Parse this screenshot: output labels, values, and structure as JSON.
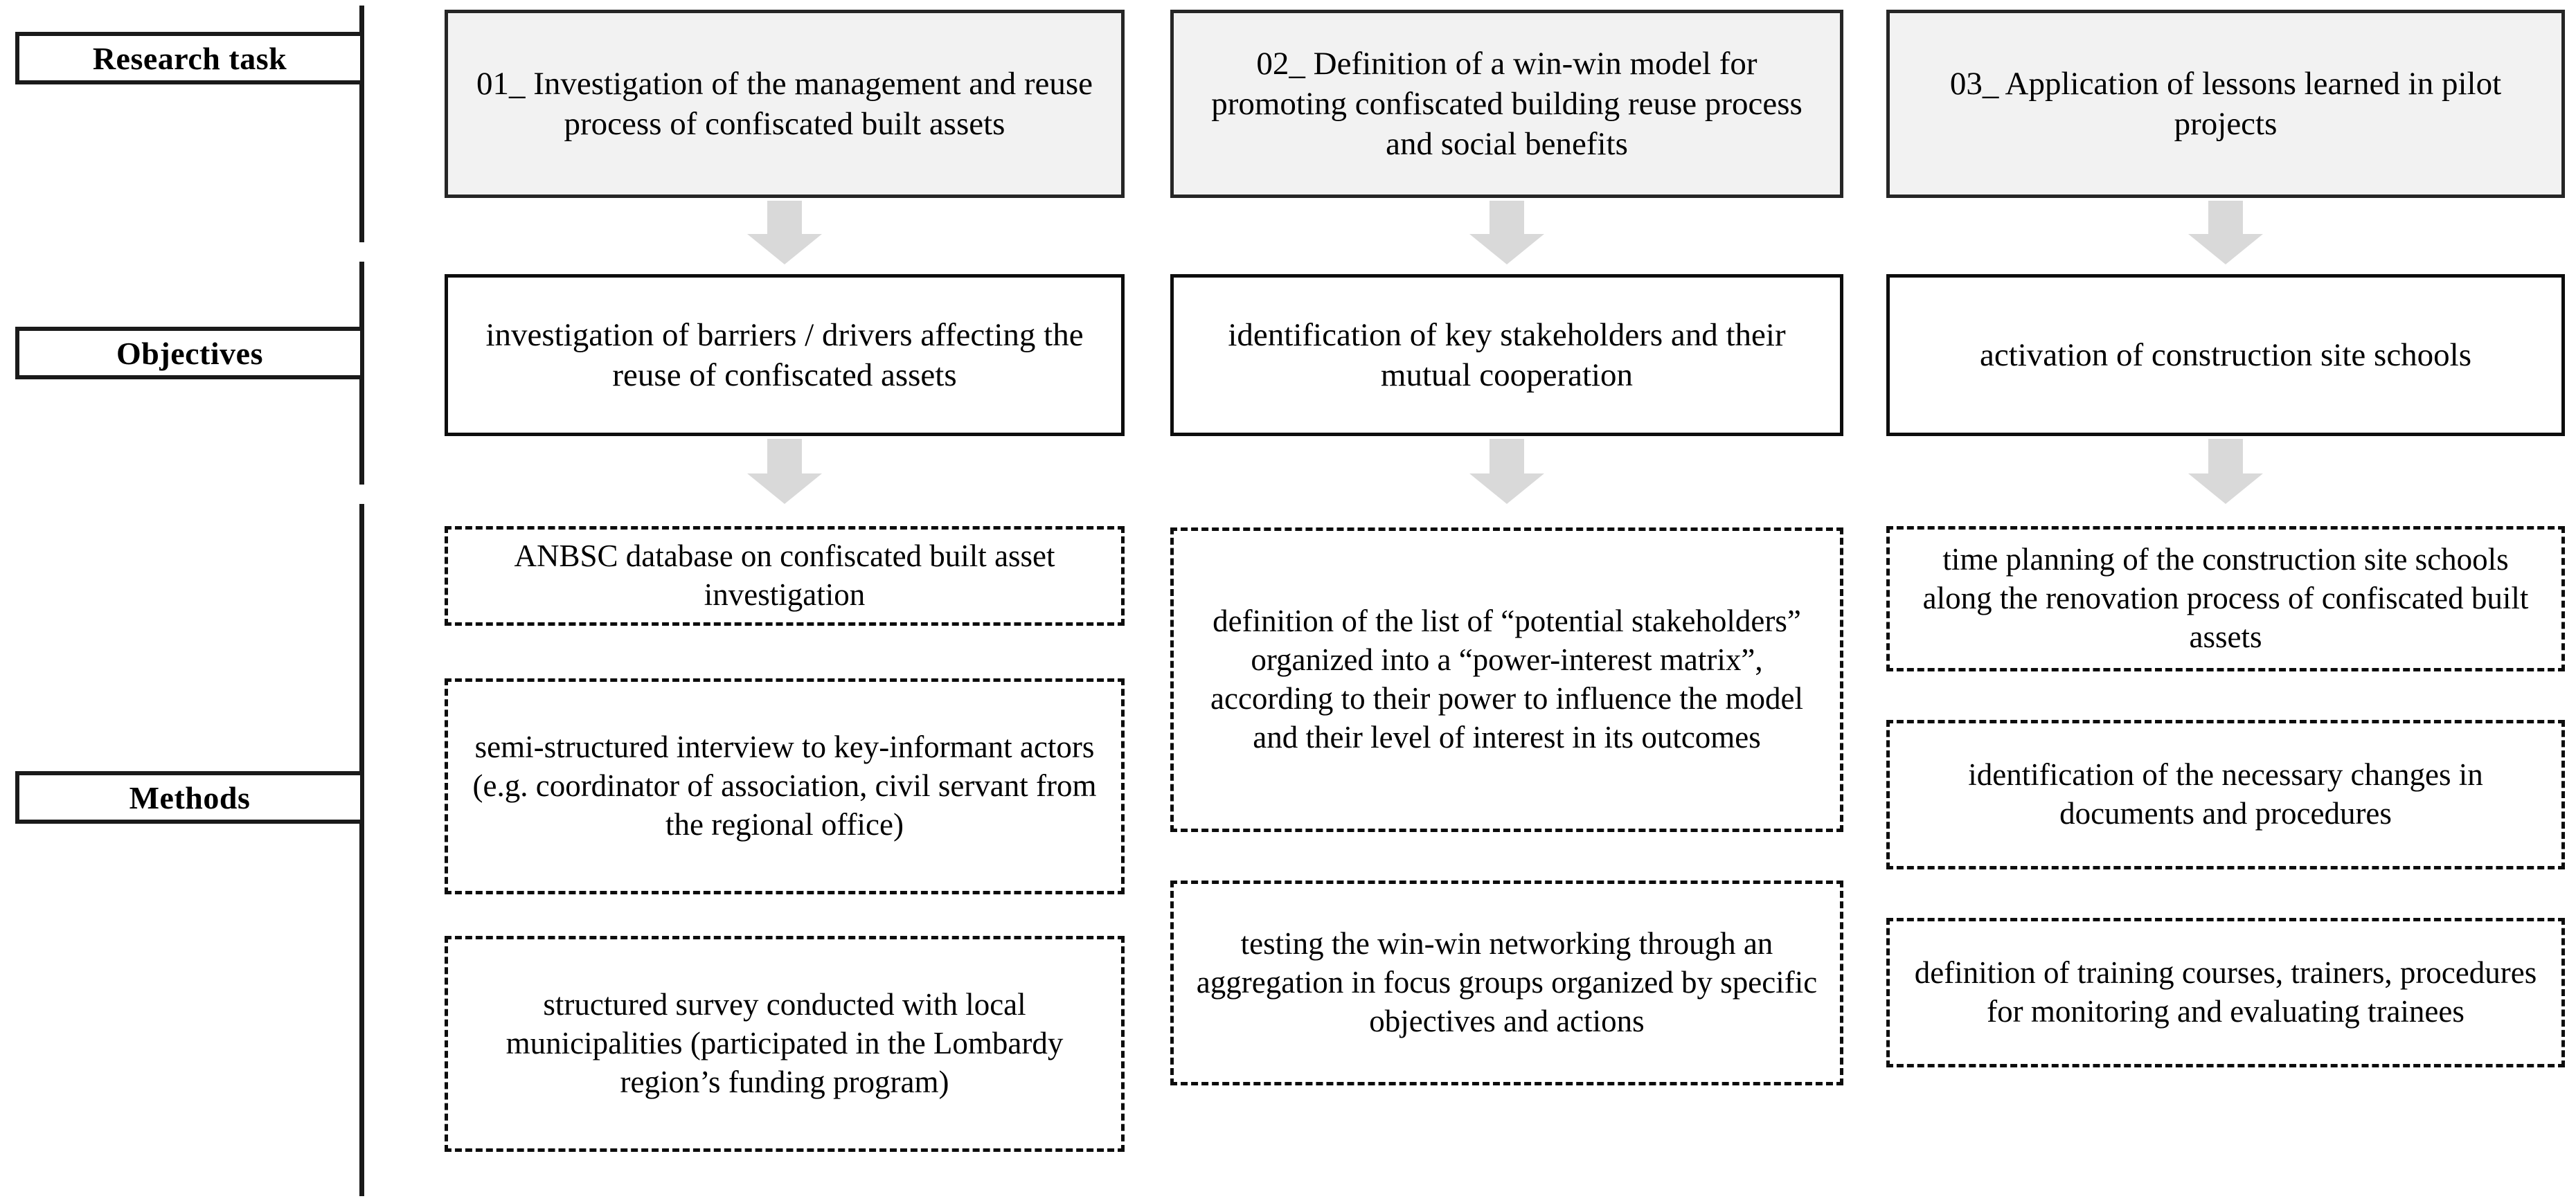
{
  "diagram": {
    "title": "Research task / Objectives / Methods framework",
    "colors": {
      "header_fill": "#f2f2f2",
      "box_border": "#0d0d0d",
      "arrow_fill": "#d9d9d9",
      "rail": "#1a1a1a",
      "page_background": "#ffffff"
    },
    "row_labels": [
      {
        "id": "research-task",
        "label": "Research task"
      },
      {
        "id": "objectives",
        "label": "Objectives"
      },
      {
        "id": "methods",
        "label": "Methods"
      }
    ],
    "columns": [
      {
        "id": "column-01",
        "header": "01_ Investigation of the management and reuse process of confiscated built assets",
        "objective": "investigation of barriers / drivers affecting the reuse of confiscated assets",
        "methods": [
          "ANBSC database on confiscated built asset investigation",
          "semi-structured interview to key-informant actors (e.g. coordinator of association, civil servant from the regional office)",
          "structured survey conducted with local municipalities (participated in the Lombardy region’s funding program)"
        ]
      },
      {
        "id": "column-02",
        "header": "02_ Definition of a win-win model for promoting confiscated building reuse process and social benefits",
        "objective": "identification of key stakeholders and their mutual cooperation",
        "methods": [
          "definition of the list of “potential stakeholders” organized into a “power-interest matrix”, according to their power to influence the model and their level of interest in its outcomes",
          "testing the win-win networking through an aggregation in focus groups organized by specific objectives and actions"
        ]
      },
      {
        "id": "column-03",
        "header": "03_ Application of lessons learned in pilot projects",
        "objective": "activation of construction site schools",
        "methods": [
          "time planning of the construction site schools along the renovation process of confiscated built assets",
          "identification of the necessary changes in documents and procedures",
          "definition of training courses, trainers, procedures for monitoring and evaluating trainees"
        ]
      }
    ],
    "arrow_icons": {
      "name": "down-arrow-icon",
      "count": 6,
      "description": "thick light-gray downward arrow connecting a research task box to its objective box, and an objective box to its methods group"
    }
  }
}
